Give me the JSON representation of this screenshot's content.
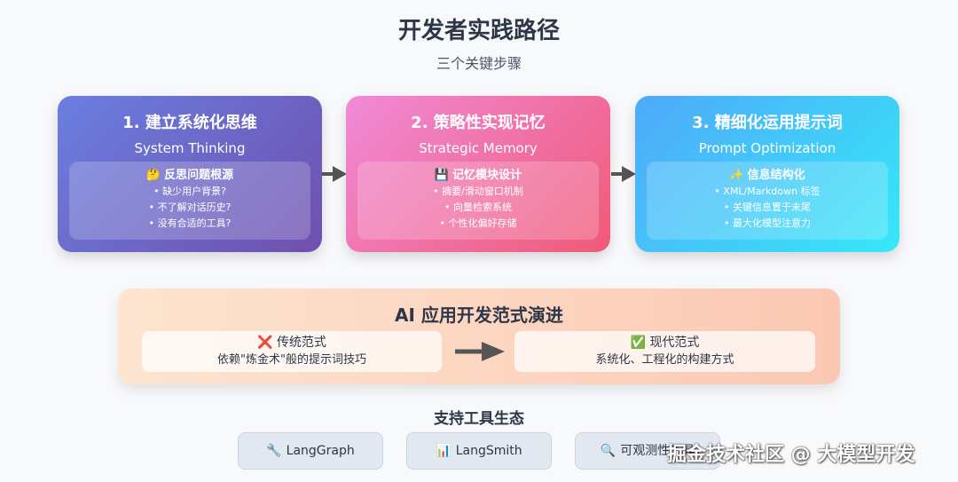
{
  "header": {
    "title": "开发者实践路径",
    "subtitle": "三个关键步骤"
  },
  "steps": [
    {
      "title": "1. 建立系统化思维",
      "subtitle": "System Thinking",
      "icon": "thinking-face-icon",
      "icon_glyph": "🤔",
      "heading": "反思问题根源",
      "items": [
        "• 缺少用户背景?",
        "• 不了解对话历史?",
        "• 没有合适的工具?"
      ]
    },
    {
      "title": "2. 策略性实现记忆",
      "subtitle": "Strategic Memory",
      "icon": "floppy-disk-icon",
      "icon_glyph": "💾",
      "heading": "记忆模块设计",
      "items": [
        "• 摘要/滑动窗口机制",
        "• 向量检索系统",
        "• 个性化偏好存储"
      ]
    },
    {
      "title": "3. 精细化运用提示词",
      "subtitle": "Prompt Optimization",
      "icon": "sparkles-icon",
      "icon_glyph": "✨",
      "heading": "信息结构化",
      "items": [
        "• XML/Markdown 标签",
        "• 关键信息置于末尾",
        "• 最大化模型注意力"
      ]
    }
  ],
  "evolution": {
    "title": "AI 应用开发范式演进",
    "old": {
      "icon": "cross-mark-icon",
      "icon_glyph": "❌",
      "label": "传统范式",
      "desc": "依赖\"炼金术\"般的提示词技巧"
    },
    "new": {
      "icon": "check-mark-icon",
      "icon_glyph": "✅",
      "label": "现代范式",
      "desc": "系统化、工程化的构建方式"
    }
  },
  "tools": {
    "title": "支持工具生态",
    "items": [
      {
        "icon": "wrench-icon",
        "icon_glyph": "🔧",
        "label": "LangGraph"
      },
      {
        "icon": "bar-chart-icon",
        "icon_glyph": "📊",
        "label": "LangSmith"
      },
      {
        "icon": "magnifier-icon",
        "icon_glyph": "🔍",
        "label": "可观测性工具"
      }
    ]
  },
  "watermark": "掘金技术社区 @ 大模型开发",
  "colors": {
    "card1": [
      "#6a7fe0",
      "#6f4fae"
    ],
    "card2": [
      "#f18ad7",
      "#f05a78"
    ],
    "card3": [
      "#4fa9f9",
      "#36e8f8"
    ],
    "evolution_bg": [
      "#fde5d0",
      "#fbc8b3"
    ],
    "arrow": "#555555"
  }
}
